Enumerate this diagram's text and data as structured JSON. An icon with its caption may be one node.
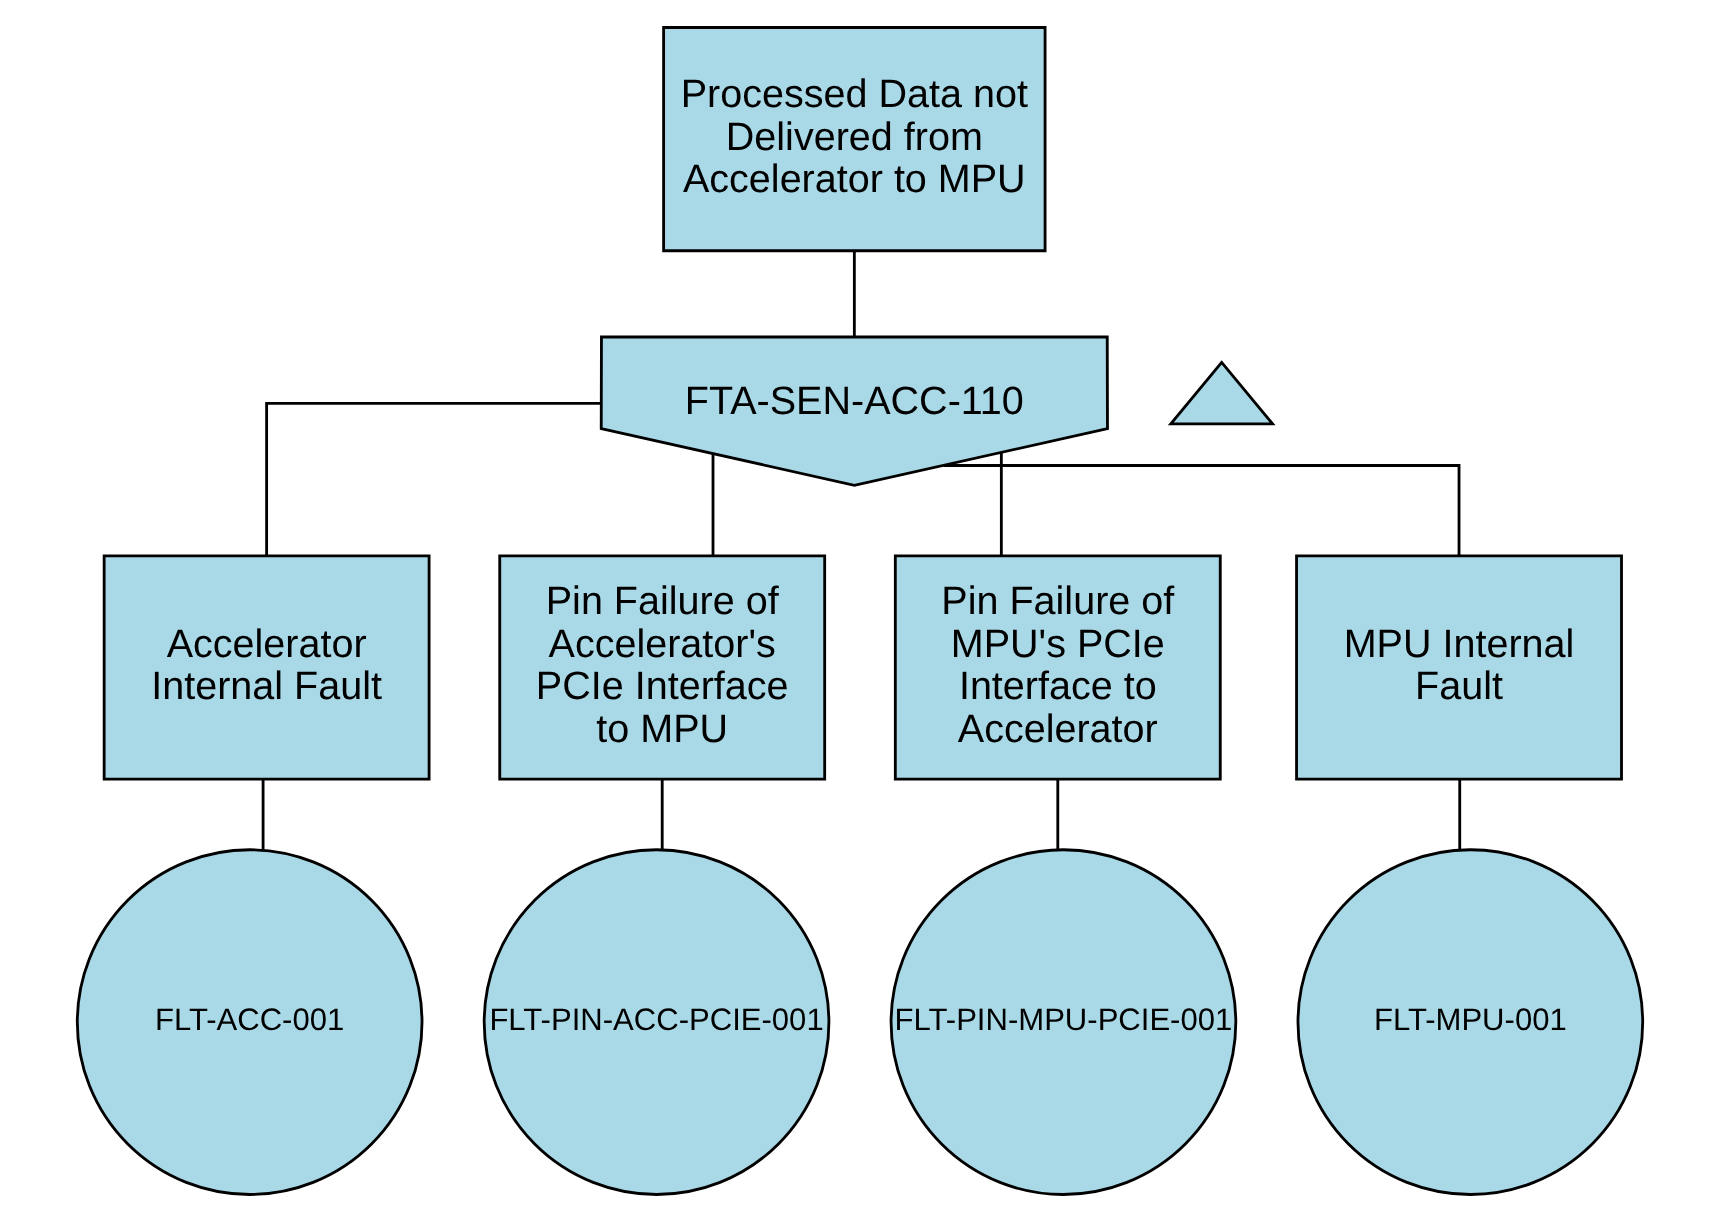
{
  "diagram": {
    "nodes": [
      {
        "text": [
          "Processed Data not Delivered from Accelerator to MPU"
        ]
      },
      {
        "text": [
          "FTA-SEN-ACC-110"
        ]
      },
      {
        "text": [],
        "shape": "triangle"
      },
      {
        "text": [
          "Accelerator Internal Fault"
        ]
      },
      {
        "text": [
          "Pin Failure of Accelerator's PCIe Interface to MPU"
        ]
      },
      {
        "text": [
          "Pin Failure of MPU's PCIe Interface to Accelerator"
        ]
      },
      {
        "text": [
          "MPU Internal Fault"
        ]
      },
      {
        "text": [
          "FLT-ACC-001"
        ]
      },
      {
        "text": [
          "FLT-PIN-ACC-PCIE-001"
        ]
      },
      {
        "text": [
          "FLT-PIN-MPU-PCIE-001"
        ]
      },
      {
        "text": [
          "FLT-MPU-001"
        ]
      }
    ],
    "edges": [
      {
        "from": 0,
        "to": 1,
        "arrow": "none"
      },
      {
        "from": 1,
        "to": 3,
        "arrow": "none"
      },
      {
        "from": 1,
        "to": 4,
        "arrow": "none"
      },
      {
        "from": 1,
        "to": 5,
        "arrow": "none"
      },
      {
        "from": 1,
        "to": 6,
        "arrow": "none"
      },
      {
        "from": 3,
        "to": 7,
        "arrow": "none"
      },
      {
        "from": 4,
        "to": 8,
        "arrow": "none"
      },
      {
        "from": 5,
        "to": 9,
        "arrow": "none"
      },
      {
        "from": 6,
        "to": 10,
        "arrow": "none"
      }
    ]
  }
}
